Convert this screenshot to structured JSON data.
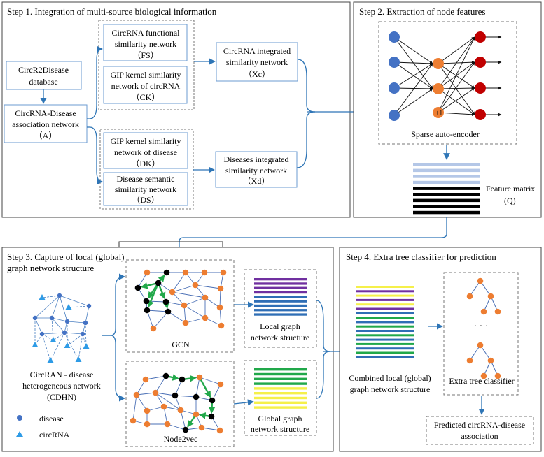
{
  "step1": {
    "title": "Step 1. Integration of multi-source biological information",
    "db": [
      "CircR2Disease",
      "database"
    ],
    "assoc": [
      "CircRNA-Disease",
      "association network",
      "（A）"
    ],
    "fs": [
      "CircRNA functional",
      "similarity network",
      "（FS）"
    ],
    "ck": [
      "GIP kernel similarity",
      "network of circRNA",
      "（CK）"
    ],
    "dk": [
      "GIP kernel similarity",
      "network of disease",
      "（DK）"
    ],
    "ds": [
      "Disease semantic",
      "similarity network",
      "（DS）"
    ],
    "xc": [
      "CircRNA integrated",
      "similarity network",
      "（Xc）"
    ],
    "xd": [
      "Diseases integrated",
      "similarity network",
      "（Xd）"
    ]
  },
  "step2": {
    "title": "Step 2. Extraction of node features",
    "autoencoder_label": "Sparse auto-encoder",
    "bias_label": "+1",
    "feature_label": [
      "Feature matrix",
      "(Q)"
    ]
  },
  "step3": {
    "title": [
      "Step 3. Capture of local (global)",
      "graph network structure"
    ],
    "gcn_label": "GCN",
    "node2vec_label": "Node2vec",
    "cdhn_label": [
      "CircRAN - disease",
      "heterogeneous network",
      "(CDHN)"
    ],
    "local_label": [
      "Local graph",
      "network structure"
    ],
    "global_label": [
      "Global graph",
      "network structure"
    ],
    "legend": [
      {
        "label": "disease",
        "color": "#4472C4",
        "icon": "disease-dot-icon"
      },
      {
        "label": "circRNA",
        "color": "#2E9BE6",
        "icon": "circrna-triangle-icon"
      }
    ]
  },
  "step4": {
    "title": "Step 4. Extra tree classifier for prediction",
    "combined_label": [
      "Combined local (global)",
      "graph network structure"
    ],
    "classifier_label": "Extra tree classifier",
    "ellipsis": "· · ·",
    "predicted_label": [
      "Predicted circRNA-disease",
      "association"
    ]
  },
  "colors": {
    "arrow": "#2E75B6",
    "blue_node": "#4472C4",
    "orange_node": "#ED7D31",
    "red_node": "#C00000",
    "green_edge": "#21A84A",
    "purple": "#7030A0",
    "dark_blue": "#2F6EB5",
    "light_blue": "#B4C7E7",
    "yellow": "#F5F04A",
    "green": "#21A84A"
  }
}
